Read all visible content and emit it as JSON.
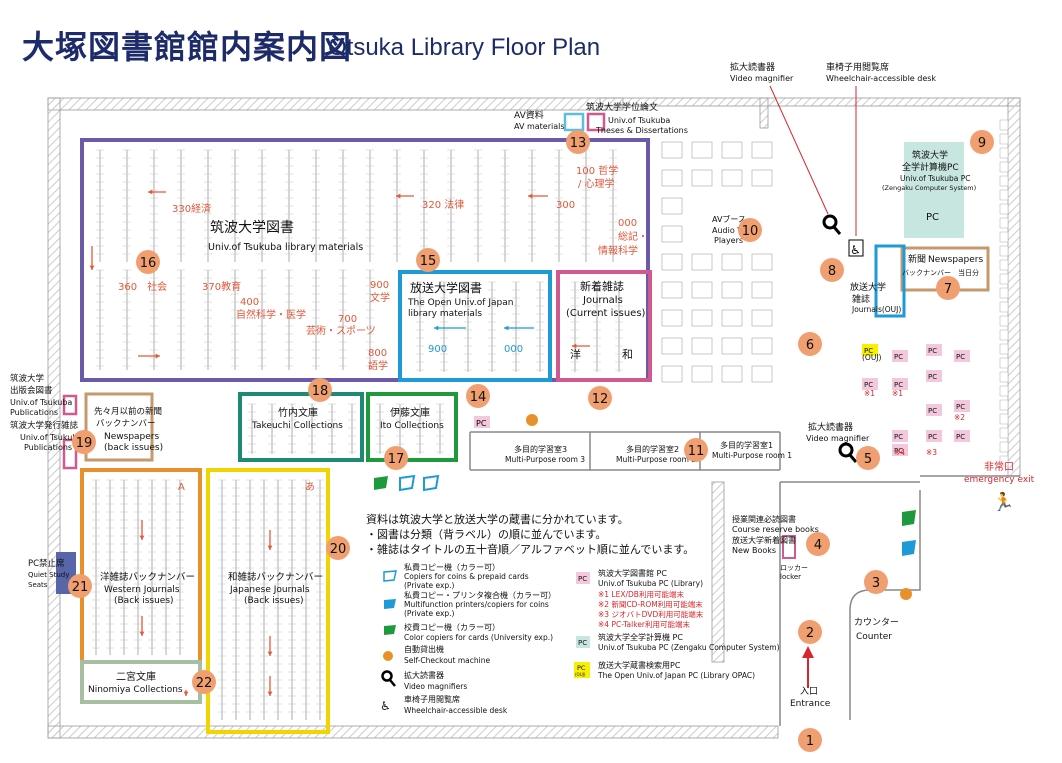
{
  "title": {
    "jp": "大塚図書館館内案内図",
    "en": "Otsuka Library Floor Plan"
  },
  "areas": {
    "univ_tsukuba": {
      "jp": "筑波大学図書",
      "en": "Univ.of Tsukuba library materials"
    },
    "ouj": {
      "jp": "放送大学図書",
      "en1": "The Open Univ.of Japan",
      "en2": "library materials"
    },
    "new_journals": {
      "jp": "新着雑誌",
      "en1": "Journals",
      "en2": "(Current issues)",
      "west": "洋",
      "wa": "和"
    },
    "old_newspapers": {
      "jp": "先々月以前の新聞",
      "jp2": "バックナンバー",
      "en1": "Newspapers",
      "en2": "(back issues)"
    },
    "takeuchi": {
      "jp": "竹内文庫",
      "en": "Takeuchi Collections"
    },
    "ito": {
      "jp": "伊藤文庫",
      "en": "Ito Collections"
    },
    "western": {
      "jp": "洋雑誌バックナンバー",
      "en1": "Western Journals",
      "en2": "(Back issues)",
      "letter": "A"
    },
    "japanese": {
      "jp": "和雑誌バックナンバー",
      "en1": "Japanese Journals",
      "en2": "(Back issues)",
      "letter": "あ"
    },
    "ninomiya": {
      "jp": "二宮文庫",
      "en": "Ninomiya Collections"
    },
    "pub_tsukuba": {
      "jp1": "筑波大学",
      "jp2": "出版会図書",
      "en1": "Univ.of Tsukuba",
      "en2": "Publications"
    },
    "pub_issued": {
      "jp": "筑波大学発行雑誌",
      "en1": "Univ.of Tsukuba",
      "en2": "Publications"
    },
    "pc_forbidden": {
      "jp": "PC禁止席",
      "en1": "Quiet Study",
      "en2": "Seats"
    },
    "av": {
      "jp": "AV資料",
      "en": "AV materials"
    },
    "thesis": {
      "jp": "筑波大学学位論文",
      "en1": "Univ.of Tsukuba",
      "en2": "Theses & Dissertations"
    },
    "av_booth": {
      "jp": "AVブース",
      "en1": "Audio V",
      "en2": "Players"
    },
    "zengaku": {
      "jp1": "筑波大学",
      "jp2": "全学計算機PC",
      "en1": "Univ.of Tsukuba PC",
      "en2": "(Zengaku Computer System)",
      "pc": "PC"
    },
    "newspapers": {
      "jp": "新聞",
      "en": "Newspapers",
      "back": "バックナンバー",
      "today": "当日分"
    },
    "ouj_journals": {
      "jp1": "放送大学",
      "jp2": "雑誌",
      "en": "Journals(OUJ)"
    },
    "magnifier_top": {
      "jp": "拡大読書器",
      "en": "Video magnifier"
    },
    "wheelchair_top": {
      "jp": "車椅子用閲覧席",
      "en": "Wheelchair-accessible desk"
    },
    "magnifier_right": {
      "jp": "拡大読書器",
      "en": "Video magnifier"
    },
    "emergency": {
      "jp": "非常口",
      "en": "emergency exit"
    },
    "course": {
      "jp1": "授業関連必読図書",
      "en1": "Course reserve books",
      "jp2": "放送大学新着図書",
      "en2": "New Books"
    },
    "locker": {
      "jp": "ロッカー",
      "en": "locker"
    },
    "counter": {
      "jp": "カウンター",
      "en": "Counter"
    },
    "entrance": {
      "jp": "入口",
      "en": "Entrance"
    },
    "rooms": [
      {
        "jp": "多目的学習室3",
        "en": "Multi-Purpose room 3"
      },
      {
        "jp": "多目的学習室2",
        "en": "Multi-Purpose room 2"
      },
      {
        "jp": "多目的学習室1",
        "en": "Multi-Purpose room 1"
      }
    ]
  },
  "shelf_labels": [
    {
      "text": "330経済"
    },
    {
      "text": "320 法律"
    },
    {
      "text": "300"
    },
    {
      "text": "100 哲学"
    },
    {
      "text": "/ 心理学"
    },
    {
      "text": "000"
    },
    {
      "text": "総記・"
    },
    {
      "text": "情報科学"
    },
    {
      "text": "360　社会"
    },
    {
      "text": "370教育"
    },
    {
      "text": "400"
    },
    {
      "text": "自然科学・医学"
    },
    {
      "text": "700"
    },
    {
      "text": "芸術・スポーツ"
    },
    {
      "text": "900"
    },
    {
      "text": "文学"
    },
    {
      "text": "800"
    },
    {
      "text": "語学"
    },
    {
      "text": "900"
    },
    {
      "text": "000"
    }
  ],
  "pc_cluster": [
    "PC",
    "PC",
    "PC",
    "PC",
    "PC",
    "PC",
    "PC",
    "PC",
    "PC",
    "PC",
    "PC",
    "PC",
    "PC"
  ],
  "pc_notes": [
    "(OUJ)",
    "※1",
    "※1",
    "※2",
    "※4",
    "※3"
  ],
  "pc_small": "PC",
  "numbers": [
    "1",
    "2",
    "3",
    "4",
    "5",
    "6",
    "7",
    "8",
    "9",
    "10",
    "11",
    "12",
    "13",
    "14",
    "15",
    "16",
    "17",
    "18",
    "19",
    "20",
    "21",
    "22"
  ],
  "notes": [
    "資料は筑波大学と放送大学の蔵書に分かれています。",
    "・図書は分類（背ラベル）の順に並んでいます。",
    "・雑誌はタイトルの五十音順／アルファベット順に並んでいます。"
  ],
  "legend": {
    "left": [
      {
        "jp": "私費コピー機（カラー可）",
        "en1": "Copiers for coins & prepaid cards",
        "en2": "(Private exp.)"
      },
      {
        "jp": "私費コピー・プリンタ複合機（カラー可）",
        "en1": "Multifunction printers/copiers for coins",
        "en2": "(Private exp.)"
      },
      {
        "jp": "校費コピー機（カラー可）",
        "en1": "Color copiers for cards (University exp.)"
      },
      {
        "jp": "自動貸出機",
        "en1": "Self-Checkout machine"
      },
      {
        "jp": "拡大読書器",
        "en1": "Video magnifiers"
      },
      {
        "jp": "車椅子用閲覧席",
        "en1": "Wheelchair-accessible desk"
      }
    ],
    "right": [
      {
        "badge": "PC",
        "jp": "筑波大学図書館 PC",
        "en": "Univ.of Tsukuba PC (Library)",
        "notes": [
          "※1 LEX/DB利用可能端末",
          "※2 新聞CD-ROM利用可能端末",
          "※3 ジオバトDVD利用可能端末",
          "※4 PC-Talker利用可能端末"
        ]
      },
      {
        "badge": "PC",
        "jp": "筑波大学全学計算機 PC",
        "en": "Univ.of Tsukuba PC (Zengaku Computer System)"
      },
      {
        "badge": "PC",
        "badge2": "(OUJ)",
        "jp": "放送大学蔵書検索用PC",
        "en": "The Open Univ.of Japan PC (Library OPAC)"
      }
    ]
  },
  "colors": {
    "navy": "#1d2b6b",
    "purple": "#6b5aa8",
    "blue": "#1e9ad6",
    "pink": "#d0598f",
    "tan": "#c49a6c",
    "teal": "#1f8a73",
    "green": "#1e9a3c",
    "orange": "#e8912a",
    "yellow": "#f2d400",
    "sage": "#a6bfa0",
    "accent": "#e2583a",
    "red": "#d7262c",
    "circle": "#f0a070"
  }
}
